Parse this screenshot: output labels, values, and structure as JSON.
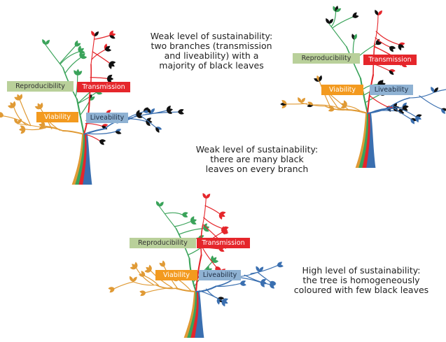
{
  "labels": {
    "reproducibility": "Reproducibility",
    "transmission": "Transmission",
    "viability": "Viability",
    "liveability": "Liveability"
  },
  "captions": {
    "tree1": [
      "Weak level of sustainability:",
      "two branches (transmission",
      "and liveability) with a",
      "majority of black leaves"
    ],
    "tree2": [
      "Weak level of sustainability:",
      "there are many black",
      "leaves on every branch"
    ],
    "tree3": [
      "High level of sustainability:",
      "the tree is homogeneously",
      "coloured with few black leaves"
    ]
  },
  "colors": {
    "reproducibility": "#3aa35a",
    "transmission": "#e5262b",
    "viability": "#e09a35",
    "liveability": "#3a6fb0",
    "black_leaf": "#111111"
  },
  "trees": [
    {
      "id": "tree1",
      "black_leaf_share": {
        "reproducibility": 0.1,
        "transmission": 0.6,
        "viability": 0.0,
        "liveability": 0.7
      }
    },
    {
      "id": "tree2",
      "black_leaf_share": {
        "reproducibility": 0.6,
        "transmission": 0.5,
        "viability": 0.4,
        "liveability": 0.6
      }
    },
    {
      "id": "tree3",
      "black_leaf_share": {
        "reproducibility": 0.0,
        "transmission": 0.0,
        "viability": 0.0,
        "liveability": 0.1
      }
    }
  ]
}
